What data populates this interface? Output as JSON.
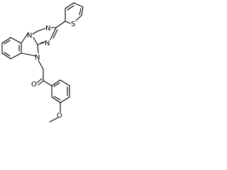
{
  "atoms": {
    "thiophene_sulfur": "S",
    "triazole_n1": "N",
    "triazole_n2": "N",
    "triazole_n3": "N",
    "imidazole_n": "N",
    "carbonyl_oxygen": "O",
    "methoxy_oxygen": "O"
  },
  "colors": {
    "bond": "#000000",
    "label": "#000000",
    "background": "#ffffff"
  }
}
